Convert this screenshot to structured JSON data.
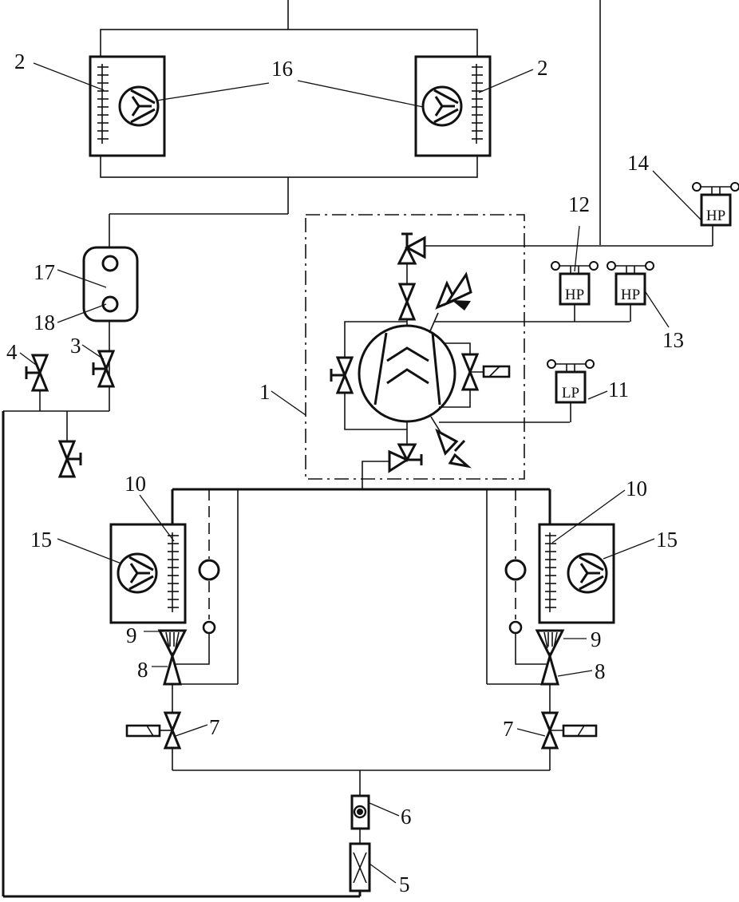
{
  "diagram": {
    "type": "refrigeration system schematic",
    "labels": {
      "compressor_unit": "1",
      "condenser_left": "2",
      "condenser_right": "2",
      "valve_3": "3",
      "valve_4": "4",
      "filter_drier": "5",
      "sight_glass": "6",
      "solenoid_valve_left": "7",
      "solenoid_valve_right": "7",
      "expansion_valve_left": "8",
      "expansion_valve_right": "8",
      "distributor_left": "9",
      "distributor_right": "9",
      "evaporator_coil_left": "10",
      "evaporator_coil_right": "10",
      "low_pressure_switch": "11",
      "high_pressure_switch_12": "12",
      "high_pressure_switch_13": "13",
      "high_pressure_switch_14": "14",
      "evaporator_fan_left": "15",
      "evaporator_fan_right": "15",
      "condenser_fans": "16",
      "receiver": "17",
      "receiver_sight_glass": "18"
    },
    "switch_text": {
      "hp": "HP",
      "lp": "LP"
    }
  }
}
